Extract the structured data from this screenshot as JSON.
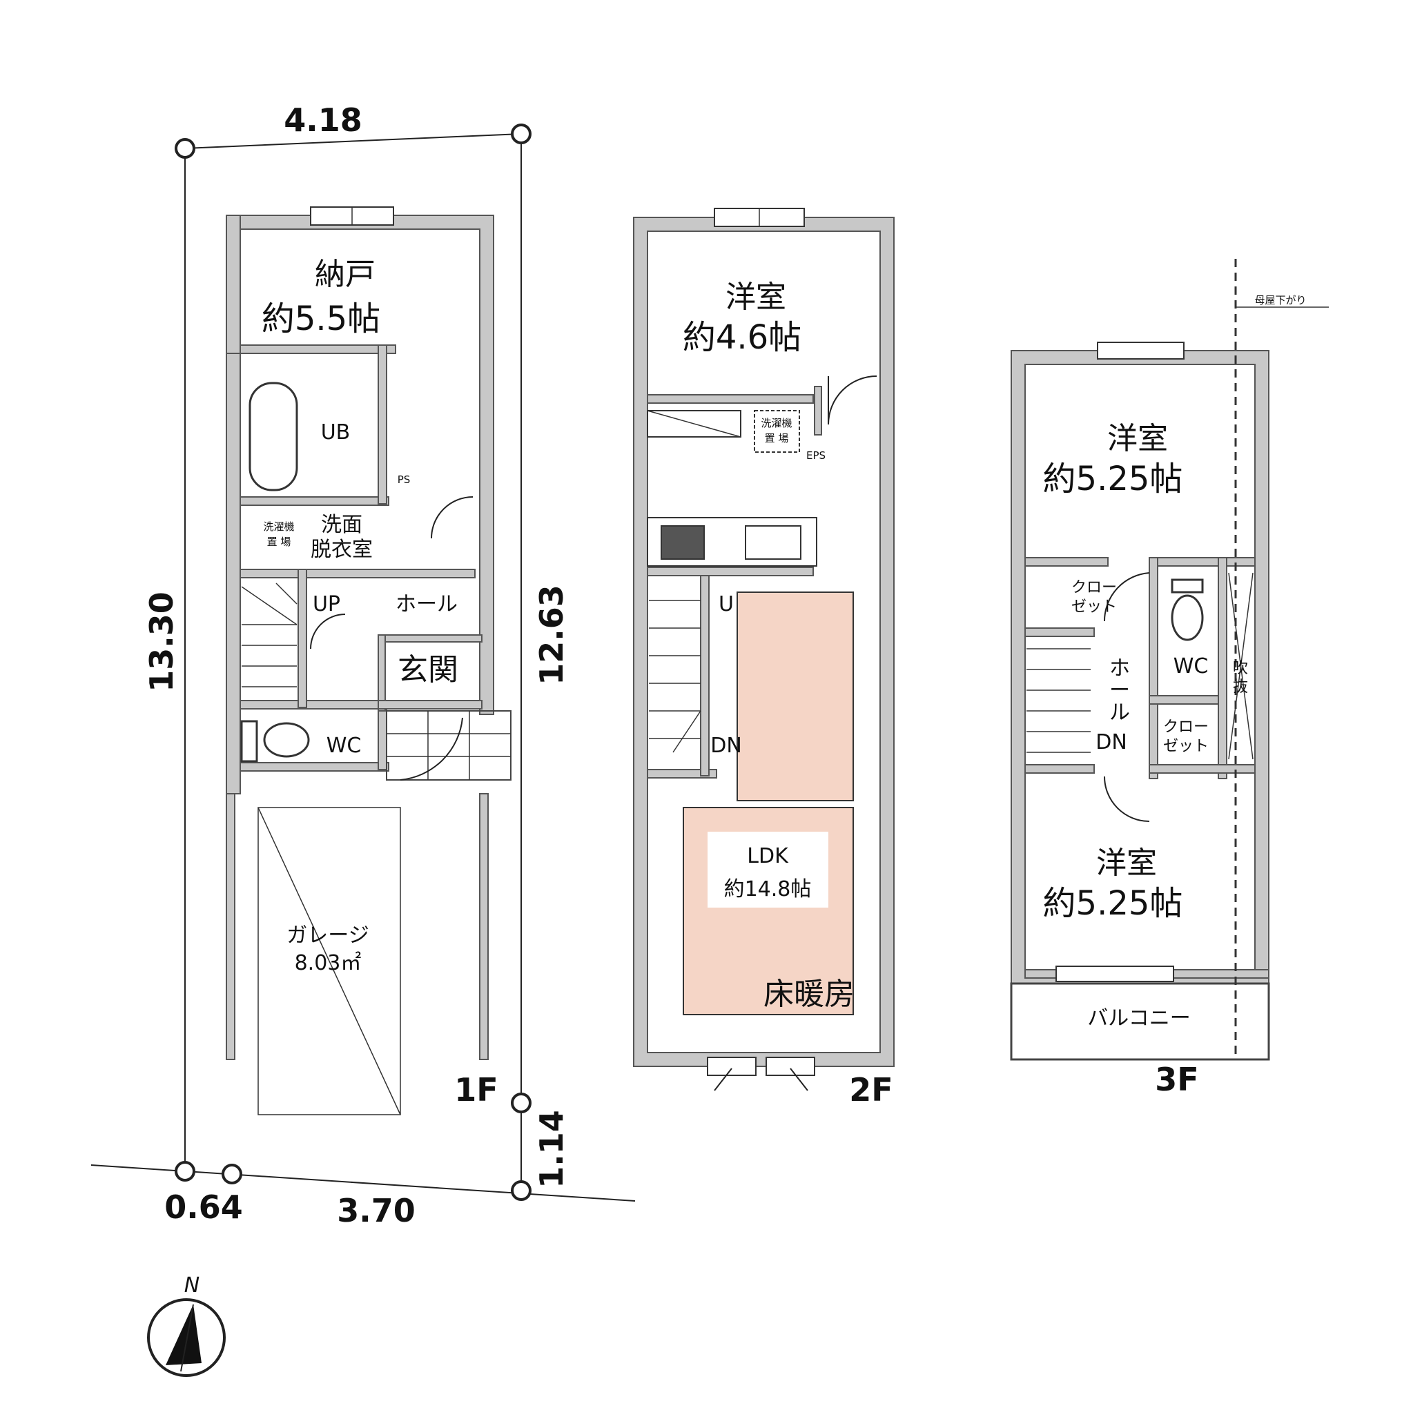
{
  "site": {
    "dim_top": "4.18",
    "dim_left": "13.30",
    "dim_right": "12.63",
    "dim_right_small": "1.14",
    "dim_bottom_a": "0.64",
    "dim_bottom_b": "3.70"
  },
  "floor1": {
    "label": "1F",
    "storage_name": "納戸",
    "storage_size": "約5.5帖",
    "bath": "UB",
    "ps": "PS",
    "washer_line1": "洗濯機",
    "washer_line2": "置 場",
    "wash_line1": "洗面",
    "wash_line2": "脱衣室",
    "stairs_up": "UP",
    "hall": "ホール",
    "entrance": "玄関",
    "wc": "WC",
    "garage_name": "ガレージ",
    "garage_size": "8.03㎡"
  },
  "floor2": {
    "label": "2F",
    "room_name": "洋室",
    "room_size": "約4.6帖",
    "closet_line1": "洗濯機",
    "closet_line2": "置 場",
    "eps": "EPS",
    "stairs_up": "U",
    "stairs_dn": "DN",
    "ldk_name": "LDK",
    "ldk_size": "約14.8帖",
    "floor_heating": "床暖房",
    "ldk_color": "#f5d5c6"
  },
  "floor3": {
    "label": "3F",
    "roof_note": "母屋下がり",
    "room1_name": "洋室",
    "room1_size": "約5.25帖",
    "closet1_line1": "クロー",
    "closet1_line2": "ゼット",
    "hall_line1": "ホ",
    "hall_line2": "ー",
    "hall_line3": "ル",
    "stairs_dn": "DN",
    "wc": "WC",
    "void_line1": "吹",
    "void_line2": "抜",
    "closet2_line1": "クロー",
    "closet2_line2": "ゼット",
    "room2_name": "洋室",
    "room2_size": "約5.25帖",
    "balcony": "バルコニー"
  },
  "compass": {
    "north": "N"
  }
}
